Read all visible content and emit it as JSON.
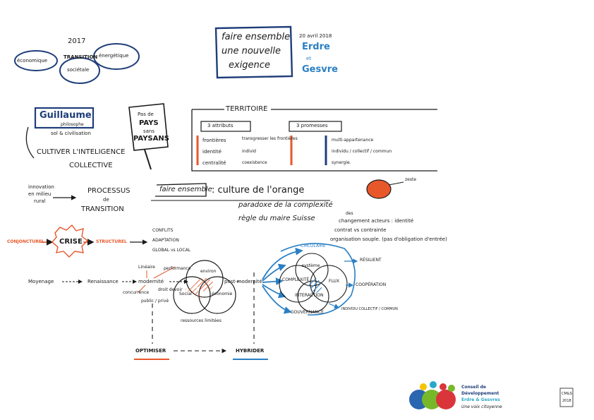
{
  "header": {
    "year": "2017",
    "transition": "TRANSITION",
    "societale": "sociétale",
    "economique": "économique",
    "energetique": "énergétique",
    "title_lines": [
      "faire ensemble",
      "une nouvelle",
      "exigence"
    ],
    "date": "20 avril 2018",
    "place_lines": [
      "Erdre",
      "et",
      "Gesvre"
    ]
  },
  "speaker": {
    "name": "Guillaume",
    "role": "philosophe",
    "sub": "sol & civilisation",
    "sign_lines": [
      "Pas de",
      "PAYS",
      "sans",
      "PAYSANS"
    ],
    "cultivate_lines": [
      "CULTIVER L'INTELIGENCE",
      "COLLECTIVE"
    ]
  },
  "territoire": {
    "title": "TERRITOIRE",
    "attributs_title": "3 attributs",
    "attributs": [
      "frontières",
      "identité",
      "centralité"
    ],
    "attributs_right": [
      "transgresser les frontières",
      "individ",
      "coexistence"
    ],
    "promesses_title": "3 promesses",
    "promesses": [
      "multi-appartenance",
      "individu / collectif / commun",
      "synergie."
    ]
  },
  "middle": {
    "innovation_lines": [
      "innovation",
      "en milieu",
      "rural"
    ],
    "processus_lines": [
      "PROCESSUS",
      "de",
      "TRANSITION"
    ],
    "faire_ensemble": "faire ensemble",
    "culture": ": culture de l'orange",
    "zeste": "zeste",
    "paradoxe": "paradoxe de la complexité",
    "regle": "règle du maire Suisse",
    "des": "des",
    "changements": "changement acteurs : identité",
    "contrat": "contrat vs contrainte",
    "organisation": "organisation souple. (pas d'obligation d'entrée)"
  },
  "crise": {
    "conjoncturel": "CONJONCTUREL",
    "crise": "CRISE",
    "structurel": "STRUCTUREL",
    "bullets": [
      "CONFLITS",
      "ADAPTATION",
      "GLOBAL vs LOCAL"
    ]
  },
  "diagram": {
    "moyenage": "Moyenage",
    "renaissance": "Renaissance",
    "lineaire": "Linéaire",
    "performance": "performance",
    "modernite": "modernité",
    "concurrence": "concurrence",
    "droit_devoir": "droit devoir",
    "public_prive": "public / privé",
    "circle_environ": "environ",
    "circle_social": "Social",
    "circle_economie": "économie",
    "post_modernite": "post-modernité",
    "ressources": "ressources limitées",
    "circulaire": "CIRCULAIRE",
    "systeme": "système",
    "complexite": "COMPLEXITÉ",
    "interaction": "INTERACTION",
    "flux": "FLUX",
    "resilient": "RÉSILIENT",
    "cooperation": "COOPÉRATION",
    "gouvernance": "GOUVERNANCE",
    "individu_collectif": "INDIVIDU COLLECTIF / COMMUN",
    "optimiser": "OPTIMISER",
    "hybrider": "HYBRIDER"
  },
  "footer": {
    "org_lines": [
      "Conseil de",
      "Développement"
    ],
    "org_place": "Erdre & Gesvres",
    "tagline": "Une voix citoyenne",
    "stamp_lines": [
      "CM&S",
      "2018"
    ]
  },
  "colors": {
    "ink": "#1a1a1a",
    "blue": "#2a7fc4",
    "navy": "#1f3e7a",
    "orange": "#e8572a",
    "logo_blue": "#2b66b0",
    "logo_green": "#77b82a",
    "logo_yellow": "#f5c400",
    "logo_red": "#d9353b",
    "logo_teal": "#2aa8c9"
  }
}
